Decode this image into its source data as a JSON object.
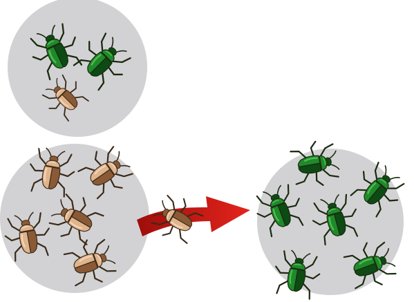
{
  "diagram": {
    "background_color": "#ffffff",
    "dish_color": "#d2d2d4",
    "arrow_color": "#cc1a14",
    "populations": [
      {
        "id": "original-population",
        "beetles": [
          {
            "variant": "green",
            "count_index": 1
          },
          {
            "variant": "green",
            "count_index": 2
          },
          {
            "variant": "brown",
            "count_index": 3
          }
        ]
      },
      {
        "id": "brown-population",
        "beetles": [
          {
            "variant": "brown",
            "count_index": 1
          },
          {
            "variant": "brown",
            "count_index": 2
          },
          {
            "variant": "brown",
            "count_index": 3
          },
          {
            "variant": "brown",
            "count_index": 4
          },
          {
            "variant": "brown",
            "count_index": 5
          }
        ]
      },
      {
        "id": "green-population",
        "beetles": [
          {
            "variant": "green",
            "count_index": 1
          },
          {
            "variant": "green",
            "count_index": 2
          },
          {
            "variant": "green",
            "count_index": 3
          },
          {
            "variant": "green",
            "count_index": 4
          },
          {
            "variant": "green",
            "count_index": 5
          },
          {
            "variant": "green",
            "count_index": 6
          }
        ]
      }
    ],
    "migrant": {
      "variant": "brown"
    },
    "beetle_colors": {
      "green": {
        "body": "#1f8a2a",
        "dark": "#0d4a14",
        "light": "#5cc85a",
        "outline": "#1a2a10"
      },
      "brown": {
        "body": "#e0b48c",
        "dark": "#8a5a36",
        "light": "#f6dcc2",
        "outline": "#3a2a1a"
      }
    },
    "icons": [
      "beetle-icon",
      "red-arrow-icon",
      "dish-icon"
    ]
  }
}
